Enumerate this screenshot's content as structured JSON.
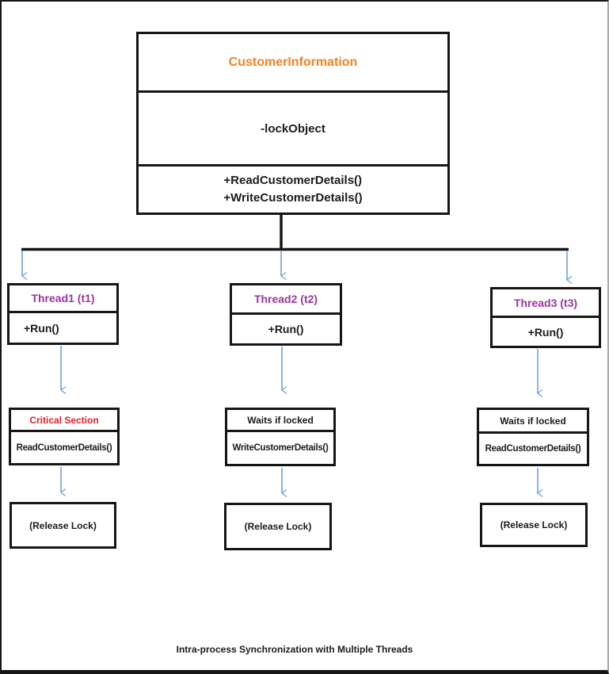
{
  "diagram": {
    "class_box": {
      "title": "CustomerInformation",
      "attribute": "-lockObject",
      "method1": "+ReadCustomerDetails()",
      "method2": "+WriteCustomerDetails()"
    },
    "threads": [
      {
        "title": "Thread1 (t1)",
        "method": "+Run()",
        "section_title": "Critical Section",
        "section_body": "ReadCustomerDetails()",
        "release": "(Release Lock)"
      },
      {
        "title": "Thread2 (t2)",
        "method": "+Run()",
        "section_title": "Waits if locked",
        "section_body": "WriteCustomerDetails()",
        "release": "(Release Lock)"
      },
      {
        "title": "Thread3 (t3)",
        "method": "+Run()",
        "section_title": "Waits if locked",
        "section_body": "ReadCustomerDetails()",
        "release": "(Release Lock)"
      }
    ],
    "caption": "Intra-process Synchronization with Multiple Threads"
  },
  "colors": {
    "class_title": "#f5811f",
    "thread_title": "#9b35a2",
    "critical_title": "#e81b23",
    "arrow": "#74a7dc",
    "line": "#161616"
  }
}
